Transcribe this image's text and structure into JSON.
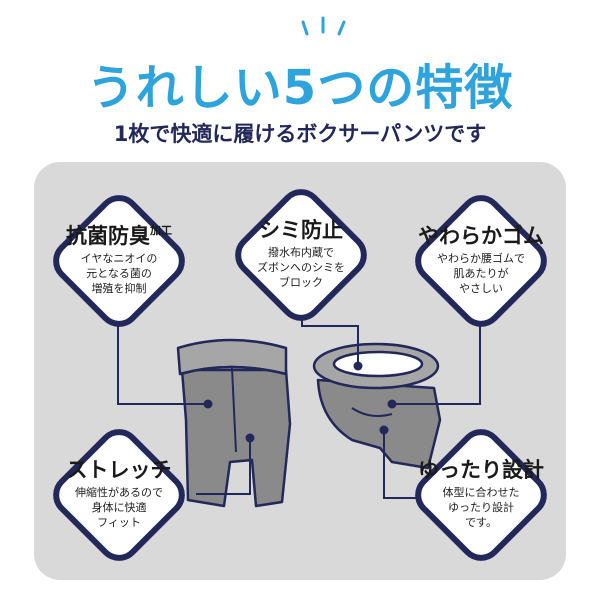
{
  "title": {
    "text": "うれしい5つの特徴"
  },
  "subtitle": {
    "text": "1枚で快適に履けるボクサーパンツです"
  },
  "colors": {
    "title": "#2ea3dc",
    "subtitle": "#23285a",
    "badge_border": "#23285a",
    "panel": "#d9d9d9"
  },
  "features": [
    {
      "title": "抗菌防臭",
      "title_small": "加工",
      "desc": "イヤなニオイの\n元となる菌の\n増殖を抑制"
    },
    {
      "title": "シミ防止",
      "title_small": "",
      "desc": "撥水布内蔵で\nズボンへのシミを\nブロック"
    },
    {
      "title": "やわらかゴム",
      "title_small": "",
      "desc": "やわらか腰ゴムで\n肌あたりが\nやさしい"
    },
    {
      "title": "ストレッチ",
      "title_small": "",
      "desc": "伸縮性があるので\n身体に快適\nフィット"
    },
    {
      "title": "ゆったり設計",
      "title_small": "",
      "desc": "体型に合わせた\nゆったり設計\nです。"
    }
  ]
}
